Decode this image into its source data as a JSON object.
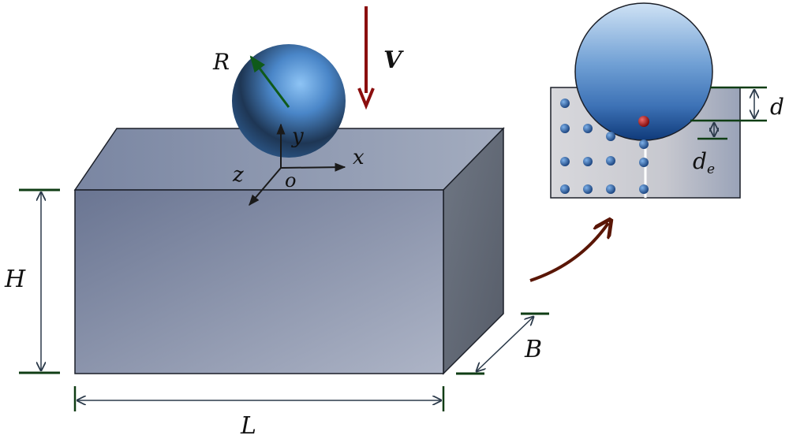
{
  "labels": {
    "radius": "R",
    "velocity": "V",
    "axis_x": "x",
    "axis_y": "y",
    "axis_z": "z",
    "origin": "o",
    "height": "H",
    "length": "L",
    "breadth": "B",
    "depth": "d",
    "depth_e_main": "d",
    "depth_e_sub": "e"
  },
  "colors": {
    "block_front": "#8591a8",
    "block_top": "#8a95ad",
    "block_side": "#5f6673",
    "sphere": "#3d78c2",
    "velocity_arrow": "#8b0e0e",
    "dimension_tick": "#0f3d14",
    "radius_arrow": "#0f5a1a",
    "curved_arrow": "#5a1606",
    "particle": "#1c4f98",
    "highlight_particle": "#b01010"
  }
}
